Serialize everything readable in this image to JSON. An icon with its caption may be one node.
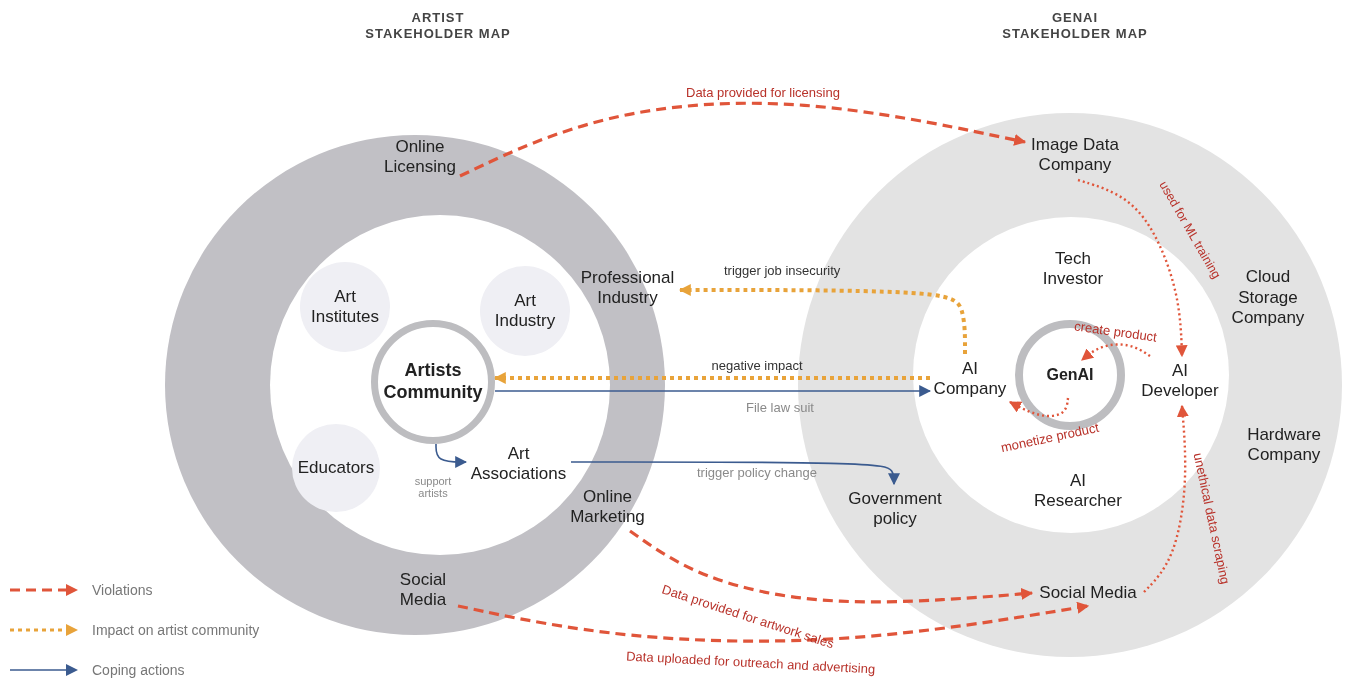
{
  "diagram": {
    "nodes": [
      {
        "text": [],
        "shape": "circle"
      },
      {
        "text": [
          "Online Licensing"
        ],
        "in": 0
      },
      {
        "text": [
          "Professional Industry"
        ],
        "in": 0
      },
      {
        "text": [
          "Online Marketing"
        ],
        "in": 0
      },
      {
        "text": [
          "Social Media"
        ],
        "in": 0
      },
      {
        "text": [],
        "shape": "circle",
        "in": 0
      },
      {
        "text": [
          "Art Institutes"
        ],
        "in": 5
      },
      {
        "text": [
          "Art Industry"
        ],
        "in": 5
      },
      {
        "text": [
          "Artists Community"
        ],
        "in": 5
      },
      {
        "text": [
          "Educators"
        ],
        "in": 5
      },
      {
        "text": [
          "Art Associations"
        ],
        "in": 5
      },
      {
        "text": [],
        "shape": "circle"
      },
      {
        "text": [
          "Image Data Company"
        ],
        "in": 11
      },
      {
        "text": [
          "Cloud Storage Company"
        ],
        "in": 11
      },
      {
        "text": [
          "Hardware Company"
        ],
        "in": 11
      },
      {
        "text": [
          "Government policy"
        ],
        "in": 11
      },
      {
        "text": [
          "Social Media"
        ],
        "in": 11
      },
      {
        "text": [],
        "shape": "circle",
        "in": 11
      },
      {
        "text": [
          "Tech Investor"
        ],
        "in": 17
      },
      {
        "text": [
          "AI Company"
        ],
        "in": 17
      },
      {
        "text": [
          "GenAI"
        ],
        "in": 17
      },
      {
        "text": [
          "AI Developer"
        ],
        "in": 17
      },
      {
        "text": [
          "AI Researcher"
        ],
        "in": 17
      }
    ],
    "edges": [
      {
        "from": 1,
        "to": 12,
        "arrow": "to",
        "label": "Data provided for licensing",
        "style": "dashed"
      },
      {
        "from": 12,
        "to": 21,
        "arrow": "to",
        "label": "used for ML training",
        "style": "dashed"
      },
      {
        "from": 21,
        "to": 20,
        "arrow": "to",
        "label": "create product",
        "style": "dashed"
      },
      {
        "from": 20,
        "to": 19,
        "arrow": "to",
        "label": "monetize product",
        "style": "dashed"
      },
      {
        "from": 16,
        "to": 21,
        "arrow": "to",
        "label": "unethical data scraping",
        "style": "dashed"
      },
      {
        "from": 3,
        "to": 16,
        "arrow": "to",
        "label": "Data provided for artwork sales",
        "style": "dashed"
      },
      {
        "from": 4,
        "to": 16,
        "arrow": "to",
        "label": "Data uploaded for outreach and advertising",
        "style": "dashed"
      },
      {
        "from": 19,
        "to": 2,
        "arrow": "to",
        "label": "trigger job insecurity",
        "style": "dashed",
        "color": "#e8a33a"
      },
      {
        "from": 19,
        "to": 8,
        "arrow": "to",
        "label": "negative impact",
        "style": "dashed",
        "color": "#e8a33a"
      },
      {
        "from": 8,
        "to": 19,
        "arrow": "to",
        "label": "File law suit",
        "color": "#3b5b8f"
      },
      {
        "from": 8,
        "to": 10,
        "arrow": "to",
        "label": "support artists",
        "color": "#3b5b8f"
      },
      {
        "from": 10,
        "to": 15,
        "arrow": "to",
        "label": "trigger policy change",
        "color": "#3b5b8f"
      }
    ],
    "labels": [
      "ARTIST STAKEHOLDER MAP",
      "GENAI STAKEHOLDER MAP"
    ],
    "legend": [
      {
        "text": "Violations"
      },
      {
        "text": "Impact on artist community"
      },
      {
        "text": "Coping actions"
      }
    ]
  }
}
